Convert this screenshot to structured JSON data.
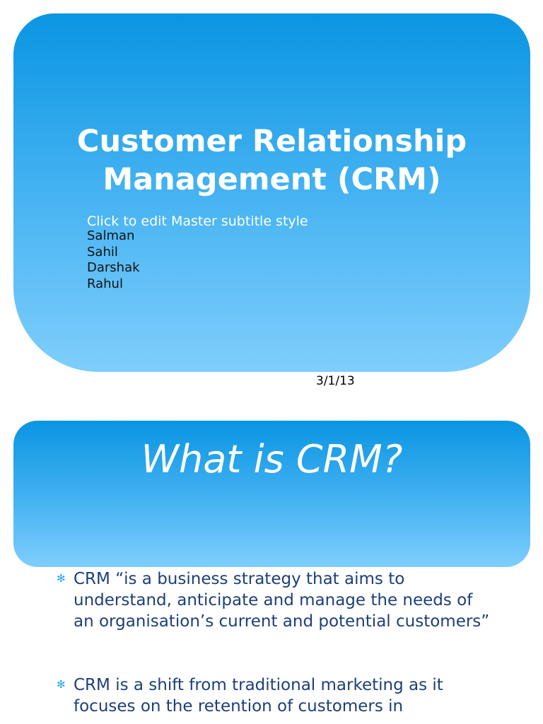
{
  "slide1": {
    "title_line1": "Customer Relationship",
    "title_line2": "Management (CRM)",
    "subtitle_placeholder": "Click to edit Master subtitle style",
    "authors": [
      "Salman",
      "Sahil",
      "Darshak",
      "Rahul"
    ],
    "date": "3/1/13"
  },
  "slide2": {
    "title": "What is CRM?",
    "bullet_icon": "asterisk-bullet-icon",
    "bullets": [
      "CRM “is a business strategy that aims to understand, anticipate and manage the needs of an organisation’s current and potential customers”",
      "CRM is a shift from traditional marketing as it focuses on the retention of customers in"
    ]
  },
  "colors": {
    "panel_top": "#0a95e2",
    "panel_bottom": "#7fcefc",
    "bullet_text": "#1d3f78",
    "bullet_icon": "#2aa3e8"
  }
}
